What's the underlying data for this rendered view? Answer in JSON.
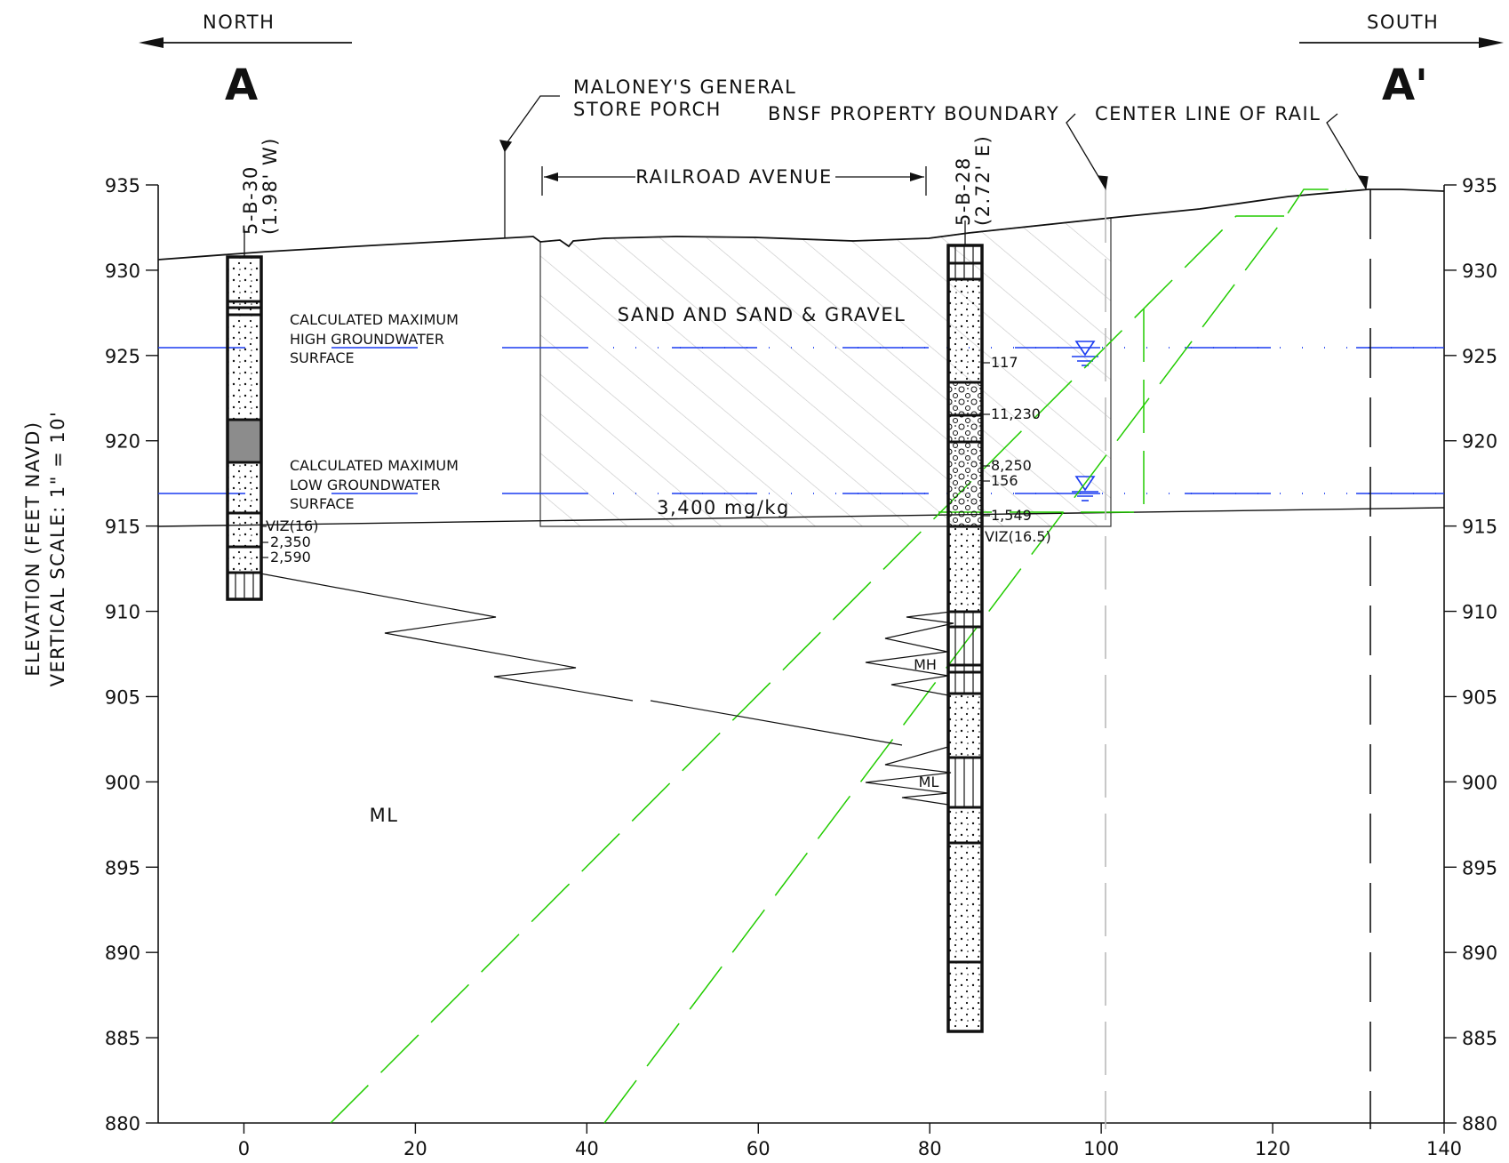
{
  "header": {
    "north_label": "NORTH",
    "south_label": "SOUTH",
    "section_start": "A",
    "section_end": "A'"
  },
  "annotations": {
    "store_porch_line1": "MALONEY'S GENERAL",
    "store_porch_line2": "STORE PORCH",
    "bnsf_boundary": "BNSF PROPERTY BOUNDARY",
    "center_line_rail": "CENTER LINE OF RAIL",
    "railroad_avenue": "RAILROAD AVENUE",
    "fill_material": "SAND AND SAND & GRAVEL",
    "fill_concentration": "3,400 mg/kg",
    "high_gw_line1": "CALCULATED MAXIMUM",
    "high_gw_line2": "HIGH GROUNDWATER",
    "high_gw_line3": "SURFACE",
    "low_gw_line1": "CALCULATED MAXIMUM",
    "low_gw_line2": "LOW GROUNDWATER",
    "low_gw_line3": "SURFACE",
    "soil_ml_left": "ML",
    "soil_mh_right": "MH",
    "soil_ml_right": "ML"
  },
  "y_axis": {
    "title_line1": "ELEVATION (FEET NAVD)",
    "title_line2": "VERTICAL SCALE: 1\" = 10'",
    "ticks": [
      "935",
      "930",
      "925",
      "920",
      "915",
      "910",
      "905",
      "900",
      "895",
      "890",
      "885",
      "880"
    ]
  },
  "x_axis": {
    "ticks": [
      "0",
      "20",
      "40",
      "60",
      "80",
      "100",
      "120",
      "140"
    ]
  },
  "borings": [
    {
      "id": "5-B-30",
      "offset": "(1.98' W)",
      "station": 0,
      "top_elev": 930.8,
      "bottom_elev": 910.8,
      "samples": [
        "VIZ(16)",
        "2,350",
        "2,590"
      ]
    },
    {
      "id": "5-B-28",
      "offset": "(2.72' E)",
      "station": 83.5,
      "top_elev": 931.5,
      "bottom_elev": 885.5,
      "samples": [
        "117",
        "11,230",
        "8,250",
        "156",
        "1,549",
        "VIZ(16.5)"
      ]
    }
  ],
  "chart_data": {
    "type": "cross-section",
    "x_unit": "feet (station)",
    "y_unit": "feet NAVD",
    "xlim": [
      -10,
      140
    ],
    "ylim": [
      880,
      935
    ],
    "ground_surface": [
      [
        -10,
        930.6
      ],
      [
        10,
        931.3
      ],
      [
        30,
        931.8
      ],
      [
        34,
        932
      ],
      [
        38,
        931.6
      ],
      [
        50,
        932.1
      ],
      [
        70,
        931.7
      ],
      [
        83,
        932.1
      ],
      [
        100,
        933.1
      ],
      [
        120,
        934.2
      ],
      [
        132,
        934.7
      ],
      [
        140,
        934.6
      ]
    ],
    "groundwater_high_elev": 925.5,
    "groundwater_low_elev": 917,
    "fill_zone": {
      "x": [
        35,
        101
      ],
      "top": 932,
      "bottom": 915.1
    },
    "sand_base": [
      [
        -10,
        914.9
      ],
      [
        140,
        916.1
      ]
    ],
    "property_boundary_x": 101,
    "rail_centerline_x": 132
  },
  "colors": {
    "groundwater": "#1a3cf0",
    "excavation": "#22cc00",
    "boundary": "#bbbbbb",
    "fill_hatch": "#c8c8c8",
    "gray_layer": "#8c8c8c"
  }
}
